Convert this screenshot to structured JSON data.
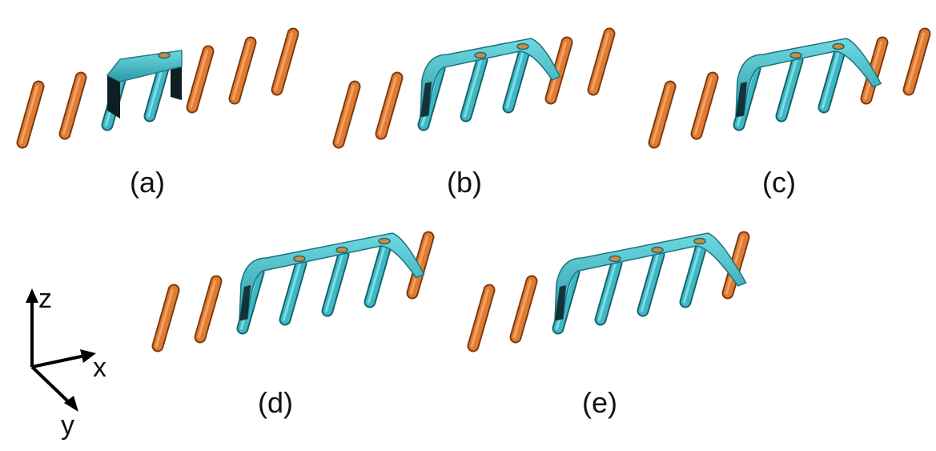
{
  "panels": [
    {
      "label": "(a)",
      "covered_rods": 2,
      "slope": 0.0,
      "wide_cap": true
    },
    {
      "label": "(b)",
      "covered_rods": 3,
      "slope": 0.14,
      "wide_cap": false
    },
    {
      "label": "(c)",
      "covered_rods": 3,
      "slope": 0.36,
      "wide_cap": false
    },
    {
      "label": "(d)",
      "covered_rods": 4,
      "slope": 0.24,
      "wide_cap": false
    },
    {
      "label": "(e)",
      "covered_rods": 4,
      "slope": 0.5,
      "wide_cap": false
    }
  ],
  "axes": {
    "z": "z",
    "x": "x",
    "y": "y"
  },
  "colors": {
    "rod": "#d9762e",
    "rod_dark": "#8e4414",
    "sheet": "#3fb8c4",
    "sheet_dark": "#17646c",
    "shadow": "#0d1f22"
  }
}
